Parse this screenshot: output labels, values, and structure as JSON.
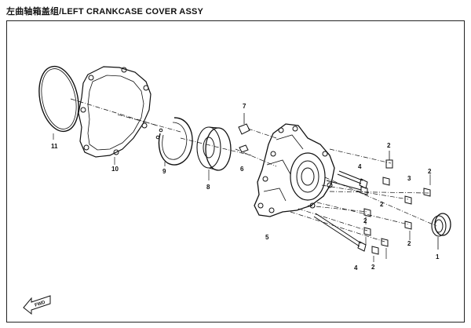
{
  "title": "左曲轴箱盖组/LEFT CRANKCASE COVER ASSY",
  "callouts": {
    "c1": "1",
    "c2a": "2",
    "c2b": "2",
    "c2c": "2",
    "c2d": "2",
    "c2e": "2",
    "c2f": "2",
    "c3": "3",
    "c4a": "4",
    "c4b": "4",
    "c5": "5",
    "c6": "6",
    "c7": "7",
    "c8": "8",
    "c9": "9",
    "c10": "10",
    "c11": "11"
  },
  "direction_badge": "FWD",
  "colors": {
    "line": "#111111",
    "background": "#ffffff"
  }
}
